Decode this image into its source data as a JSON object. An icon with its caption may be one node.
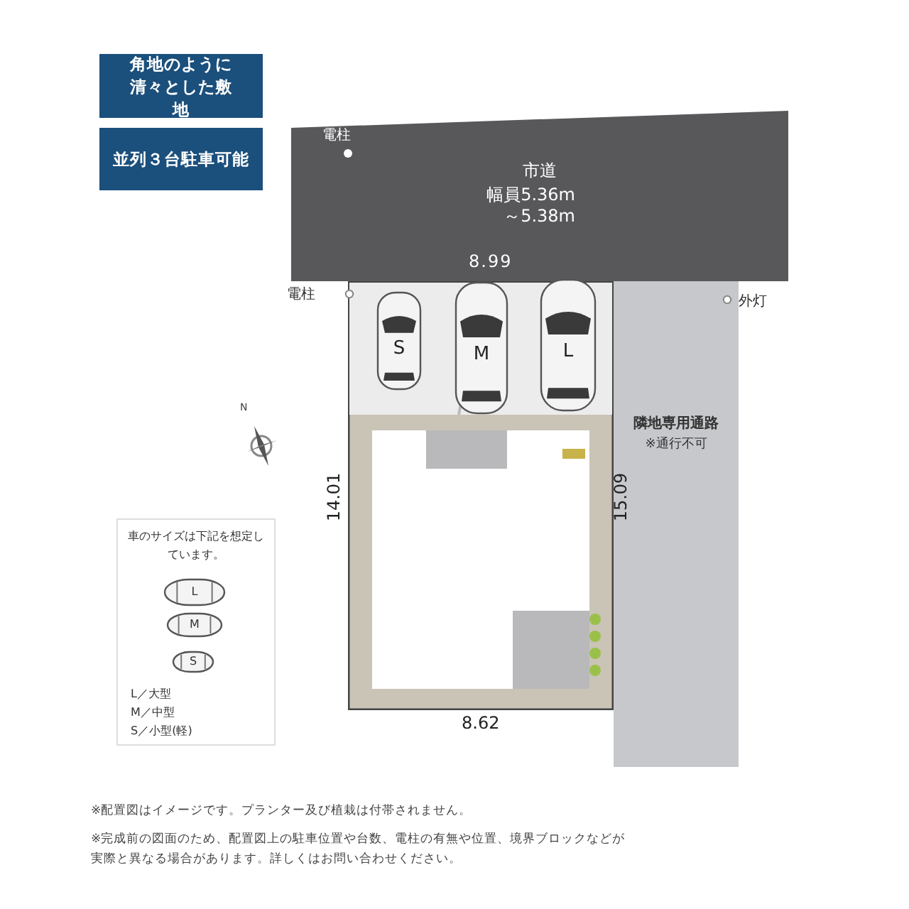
{
  "diagram": {
    "nodes": [
      {
        "text": [
          "角地のように清々とした敷地"
        ]
      },
      {
        "text": [
          "並列３台駐車可能"
        ]
      },
      {
        "text": [
          "市道",
          "幅員5.36m～5.38m"
        ]
      },
      {
        "text": [],
        "shape": "box"
      },
      {
        "text": [
          "S"
        ],
        "in": 3
      },
      {
        "text": [
          "M"
        ],
        "in": 3
      },
      {
        "text": [
          "L"
        ],
        "in": 3
      },
      {
        "text": [
          "隣地専用通路",
          "※通行不可"
        ]
      },
      {
        "text": [
          "車のサイズは下記を想定しています。",
          "L／大型",
          "M／中型",
          "S／小型(軽)"
        ]
      },
      {
        "text": [
          "L"
        ],
        "in": 8
      },
      {
        "text": [
          "M"
        ],
        "in": 8
      },
      {
        "text": [
          "S"
        ],
        "in": 8
      }
    ],
    "labels": [
      "電柱",
      "電柱",
      "8.99",
      "外灯",
      "14.01",
      "15.09",
      "8.62",
      "N",
      "※配置図はイメージです。プランター及び植栽は付帯されません。",
      "※完成前の図面のため、配置図上の駐車位置や台数、電柱の有無や位置、境界ブロックなどが実際と異なる場合があります。詳しくはお問い合わせください。"
    ]
  }
}
